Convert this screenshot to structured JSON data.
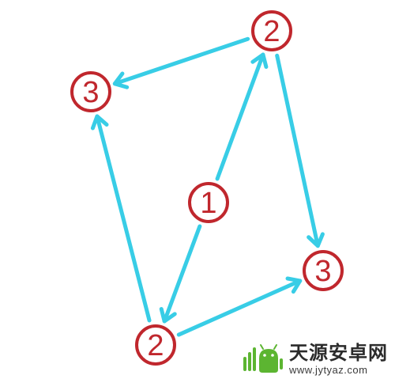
{
  "nodes": [
    {
      "id": "center",
      "label": "1"
    },
    {
      "id": "top-right",
      "label": "2"
    },
    {
      "id": "bottom-left",
      "label": "2"
    },
    {
      "id": "top-left",
      "label": "3"
    },
    {
      "id": "bottom-right",
      "label": "3"
    }
  ],
  "edges": [
    {
      "from": "center",
      "to": "top-right"
    },
    {
      "from": "center",
      "to": "bottom-left"
    },
    {
      "from": "top-right",
      "to": "top-left"
    },
    {
      "from": "top-right",
      "to": "bottom-right"
    },
    {
      "from": "bottom-left",
      "to": "top-left"
    },
    {
      "from": "bottom-left",
      "to": "bottom-right"
    }
  ],
  "colors": {
    "node_stroke": "#c0272d",
    "node_text": "#c0272d",
    "arrow": "#38cde6",
    "watermark_logo": "#5cb531"
  },
  "watermark": {
    "title": "天源安卓网",
    "url": "www.jytyaz.com",
    "icon": "android-robot-icon"
  }
}
